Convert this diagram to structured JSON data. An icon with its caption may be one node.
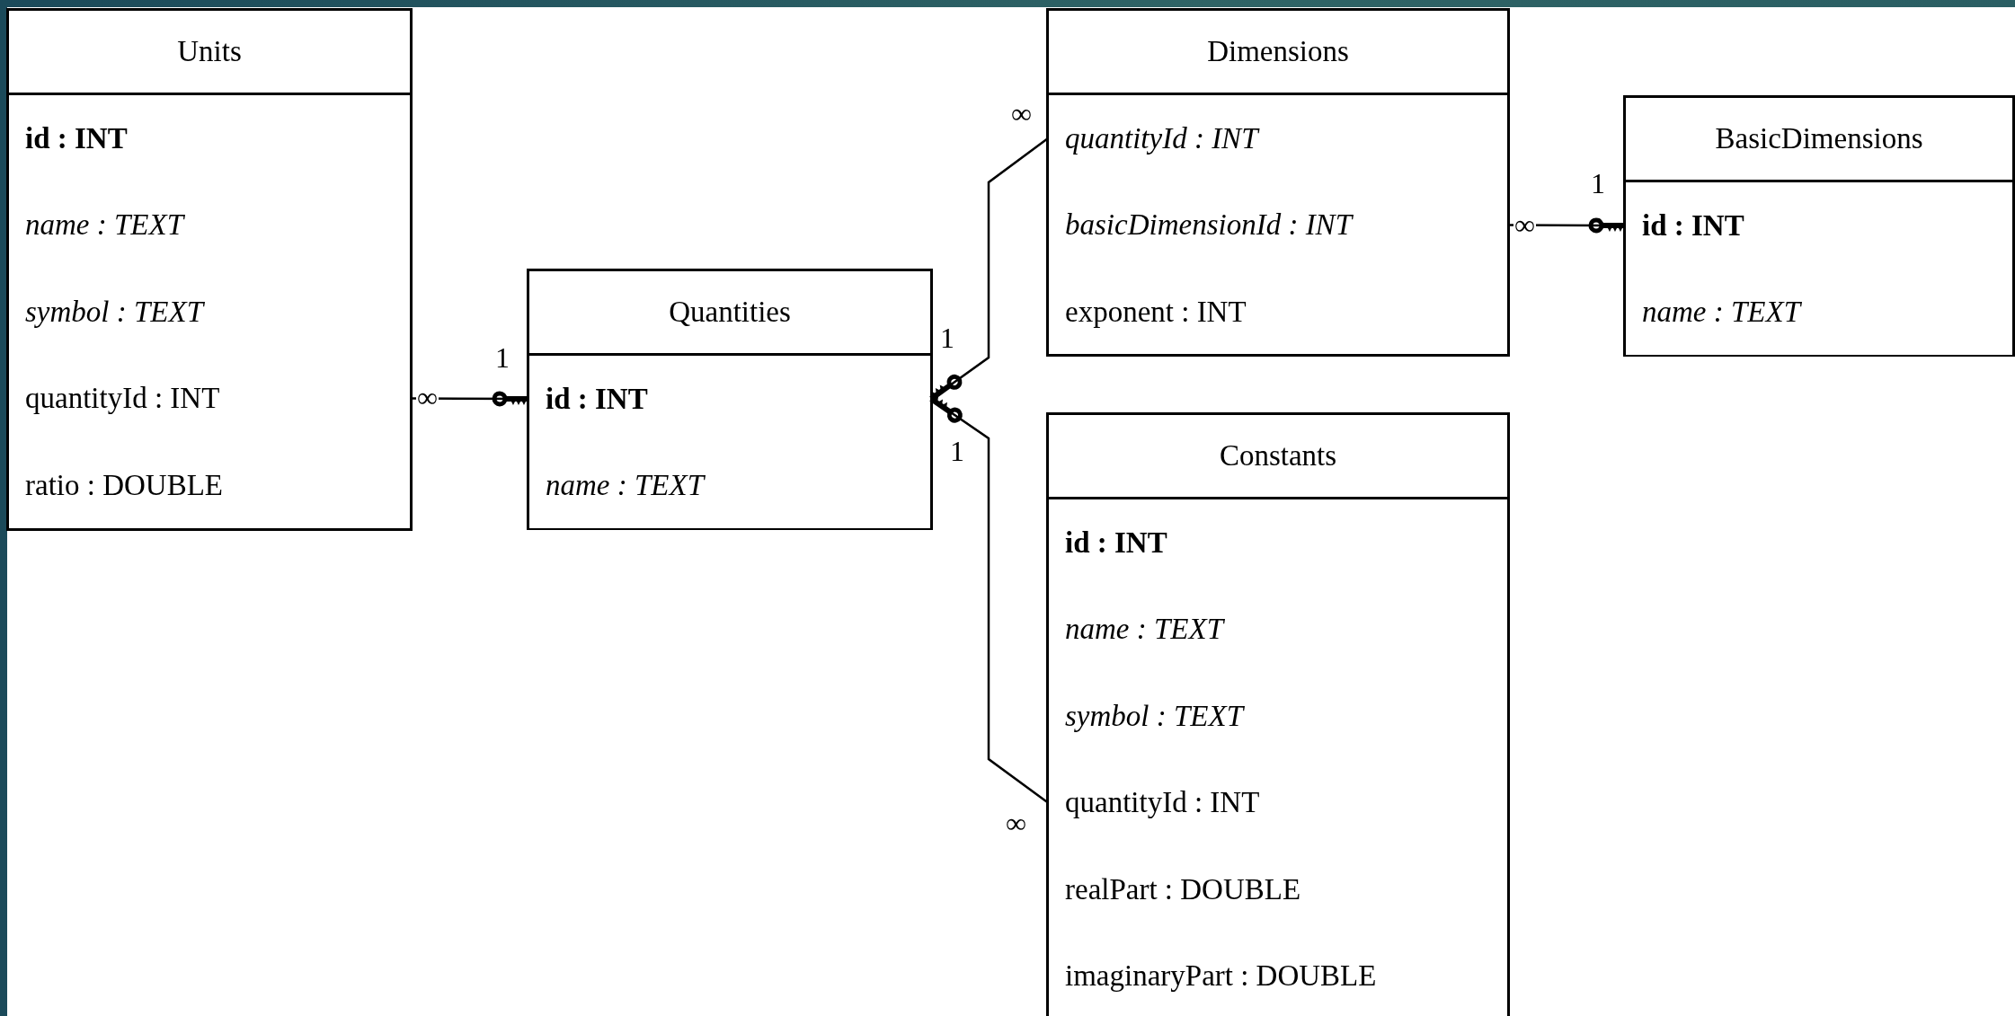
{
  "diagram": {
    "nodes": [
      {
        "text": [
          "Units"
        ]
      },
      {
        "text": [
          "id : INT"
        ],
        "in": 0
      },
      {
        "text": [
          "name : TEXT"
        ],
        "in": 0
      },
      {
        "text": [
          "symbol : TEXT"
        ],
        "in": 0
      },
      {
        "text": [
          "quantityId : INT"
        ],
        "in": 0
      },
      {
        "text": [
          "ratio : DOUBLE"
        ],
        "in": 0
      },
      {
        "text": [
          "Quantities"
        ]
      },
      {
        "text": [
          "id : INT"
        ],
        "in": 6
      },
      {
        "text": [
          "name : TEXT"
        ],
        "in": 6
      },
      {
        "text": [
          "Dimensions"
        ]
      },
      {
        "text": [
          "quantityId : INT"
        ],
        "in": 9
      },
      {
        "text": [
          "basicDimensionId : INT"
        ],
        "in": 9
      },
      {
        "text": [
          "exponent : INT"
        ],
        "in": 9
      },
      {
        "text": [
          "BasicDimensions"
        ]
      },
      {
        "text": [
          "id : INT"
        ],
        "in": 13
      },
      {
        "text": [
          "name : TEXT"
        ],
        "in": 13
      },
      {
        "text": [
          "Constants"
        ]
      },
      {
        "text": [
          "id : INT"
        ],
        "in": 16
      },
      {
        "text": [
          "name : TEXT"
        ],
        "in": 16
      },
      {
        "text": [
          "symbol : TEXT"
        ],
        "in": 16
      },
      {
        "text": [
          "quantityId : INT"
        ],
        "in": 16
      },
      {
        "text": [
          "realPart : DOUBLE"
        ],
        "in": 16
      },
      {
        "text": [
          "imaginaryPart : DOUBLE"
        ],
        "in": 16
      }
    ],
    "edges": [
      {
        "from": 4,
        "to": 7,
        "arrow": "other"
      },
      {
        "from": 10,
        "to": 7,
        "arrow": "other"
      },
      {
        "from": 11,
        "to": 14,
        "arrow": "other"
      },
      {
        "from": 20,
        "to": 7,
        "arrow": "other"
      }
    ],
    "labels": [
      "∞",
      "1",
      "∞",
      "1",
      "1",
      "∞",
      "1",
      "∞"
    ]
  }
}
